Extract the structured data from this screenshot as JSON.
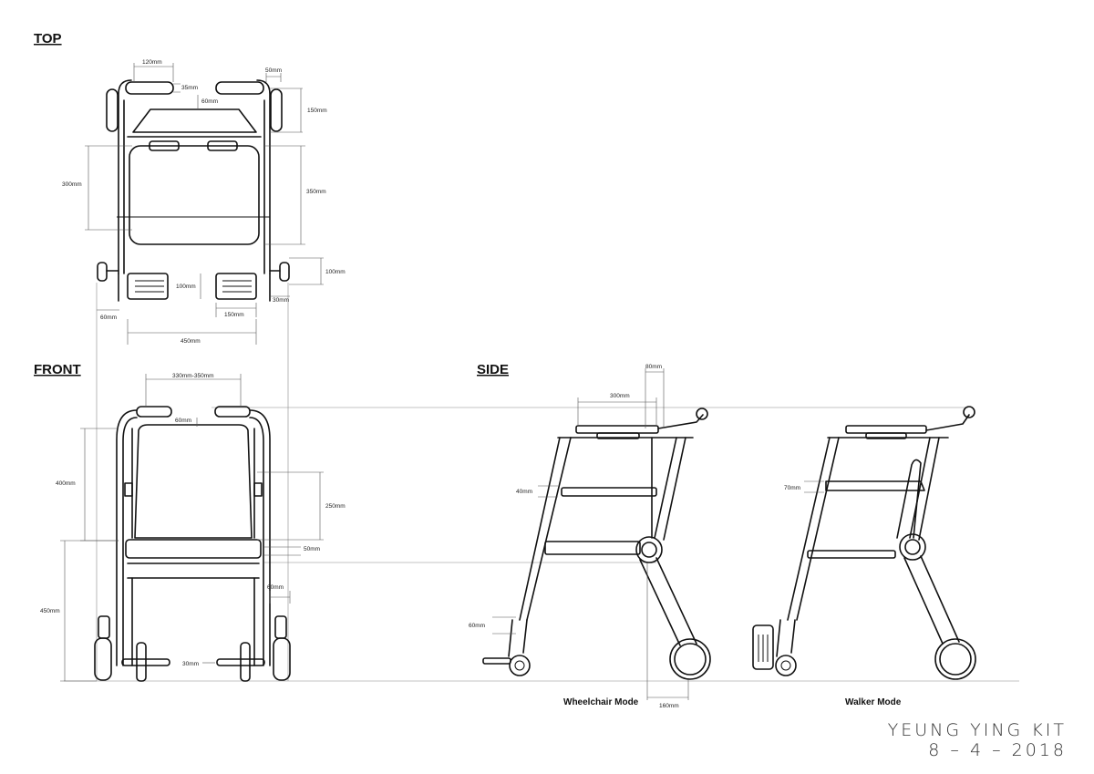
{
  "sections": {
    "top": "TOP",
    "front": "FRONT",
    "side": "SIDE"
  },
  "dimensions": {
    "top": {
      "d120": "120mm",
      "d35": "35mm",
      "d50": "50mm",
      "d60a": "60mm",
      "d150a": "150mm",
      "d300": "300mm",
      "d350": "350mm",
      "d100a": "100mm",
      "d100b": "100mm",
      "d30": "30mm",
      "d60b": "60mm",
      "d150b": "150mm",
      "d450": "450mm"
    },
    "front": {
      "d330": "330mm-350mm",
      "d60": "60mm",
      "d400": "400mm",
      "d250": "250mm",
      "d50": "50mm",
      "d450": "450mm",
      "d60b": "60mm",
      "d30": "30mm"
    },
    "side": {
      "d80": "80mm",
      "d300": "300mm",
      "d40": "40mm",
      "d60": "60mm",
      "d160": "160mm",
      "d70": "70mm"
    }
  },
  "captions": {
    "wheelchair": "Wheelchair Mode",
    "walker": "Walker Mode"
  },
  "author": {
    "name": "YEUNG YING KIT",
    "date": "8 – 4 – 2018"
  }
}
